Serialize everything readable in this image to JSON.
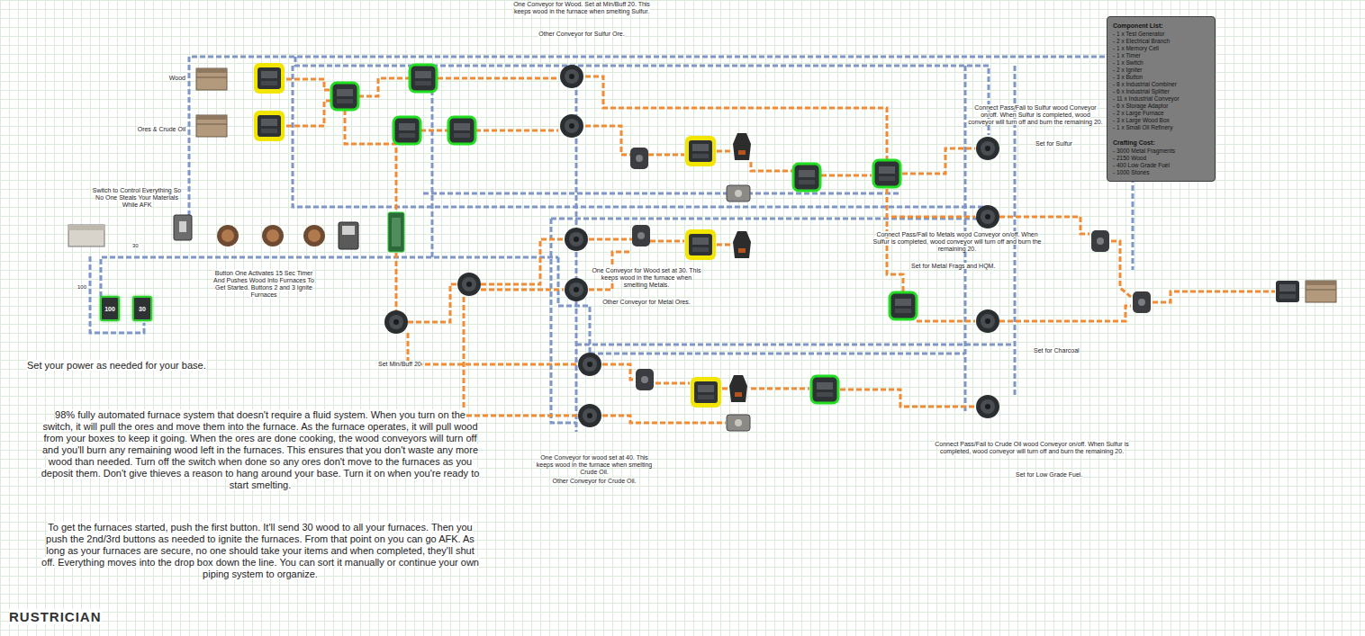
{
  "diagram": {
    "nodes": [
      {
        "text": [
          "Component List:",
          "- 1 x Test Generator",
          "- 2 x Electrical Branch",
          "- 1 x Memory Cell",
          "- 1 x Timer",
          "- 1 x Switch",
          "- 2 x Igniter",
          "- 3 x Button",
          "- 8 x Industrial Combiner",
          "- 6 x Industrial Splitter",
          "- 11 x Industrial Conveyor",
          "- 6 x Storage Adaptor",
          "- 2 x Large Furnace",
          "- 3 x Large Wood Box",
          "- 1 x Small Oil Refinery",
          "Crafting Cost:",
          "- 3000 Metal Fragments",
          "- 2150 Wood",
          "- 400 Low Grade Fuel",
          "- 1000 Stones"
        ]
      },
      {
        "text": [
          "100"
        ]
      },
      {
        "text": [
          "30"
        ]
      }
    ],
    "labels": [
      "One Conveyor for Wood. Set at Min/Buff 20. This keeps wood in the furnace when smelting Sulfur.",
      "Other Conveyor for Sulfur Ore.",
      "Wood",
      "Ores & Crude Oil",
      "Switch to Control Everything So No One Steals Your Materials While AFK",
      "30",
      "100",
      "Button One Activates 15 Sec Timer And Pushes Wood Into Furnaces To Get Started. Buttons 2 and 3 Ignite Furnaces",
      "Set your power as needed for your base.",
      "Set Min/Buff 20",
      "One Conveyor for Wood set at 30. This keeps wood in the furnace when smelting Metals.",
      "Other Conveyor for Metal Ores.",
      "Connect Pass/Fail to Sulfur wood Conveyor on/off. When Sulfur is completed, wood conveyor will turn off and burn the remaining 20.",
      "Set for Sulfur",
      "Connect Pass/Fail to Metals wood Conveyor on/off. When Sulfur is completed, wood conveyor will turn off and burn the remaining 20.",
      "Set for Metal Frags and HQM.",
      "Set for Charcoal",
      "One Conveyor for wood set at 40. This keeps wood in the furnace when smelting Crude Oil.",
      "Other Conveyor for Crude Oil.",
      "Connect Pass/Fail to Crude Oil wood Conveyor on/off. When Sulfur is completed, wood conveyor will turn off and burn the remaining 20.",
      "Set for Low Grade Fuel.",
      "98% fully automated furnace system that doesn't require a fluid system. When you turn on the switch, it will pull the ores and move them into the furnace. As the furnace operates, it will pull wood from your boxes to keep it going. When the ores are done cooking, the wood conveyors will turn off and you'll burn any remaining wood left in the furnaces. This ensures that you don't waste any more wood than needed. Turn off the switch when done so any ores don't move to the furnaces as you deposit them. Don't give thieves a reason to hang around your base. Turn it on when you're ready to start smelting.",
      "To get the furnaces started, push the first button. It'll send 30 wood to all your furnaces. Then you push the 2nd/3rd buttons as needed to ignite the furnaces. From that point on you can go AFK. As long as your furnaces are secure, no one should take your items and when completed, they'll shut off. Everything moves into the drop box down the line. You can sort it manually or continue your own piping system to organize.",
      "RUSTRICIAN"
    ]
  }
}
